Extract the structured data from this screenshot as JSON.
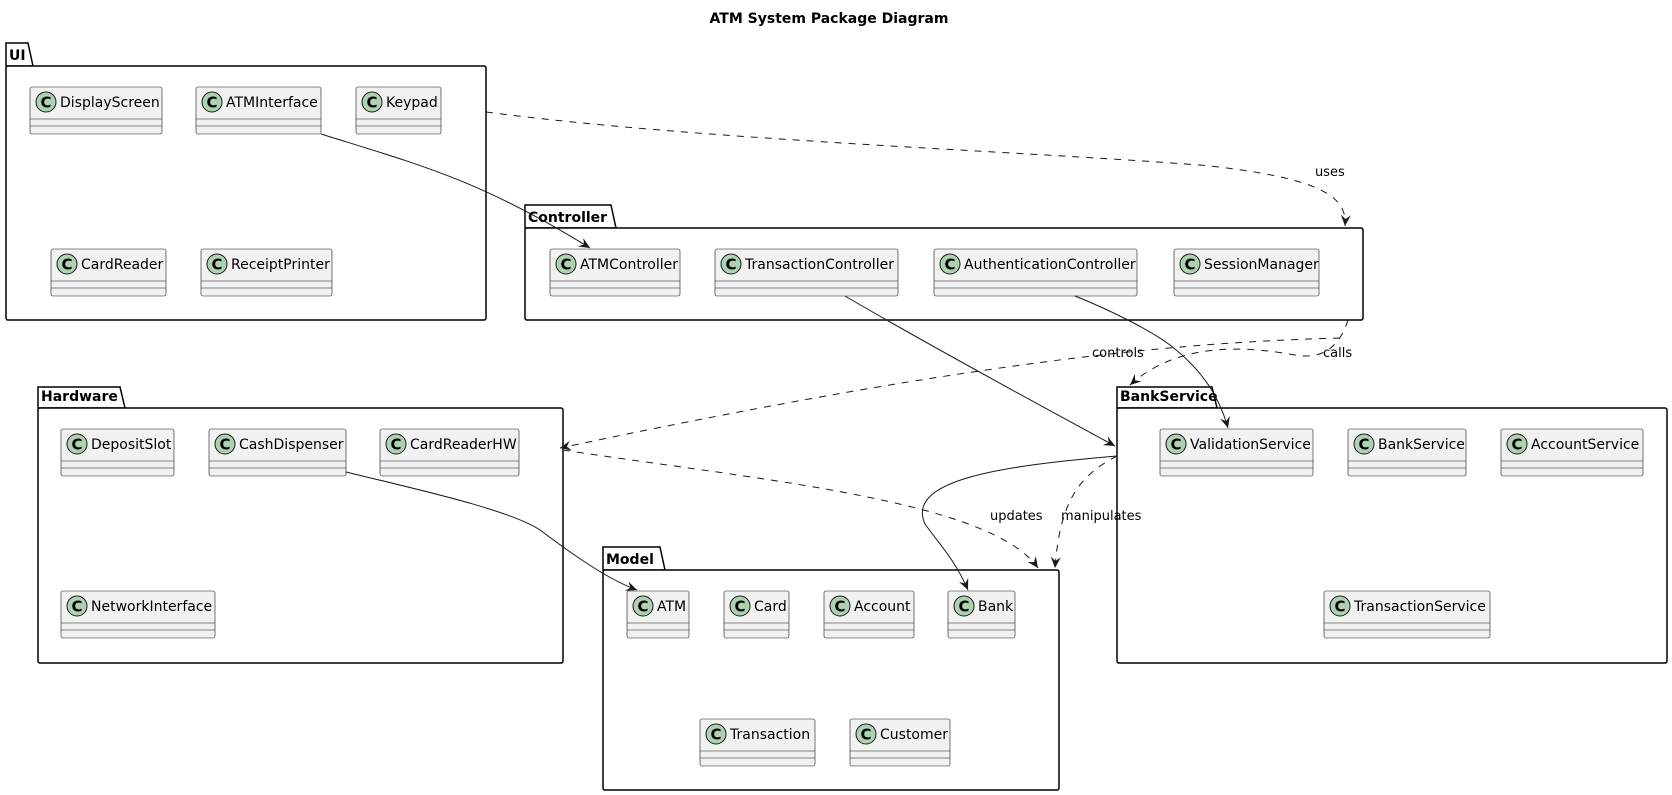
{
  "title": "ATM System Package Diagram",
  "packages": {
    "ui": {
      "name": "UI",
      "classes": {
        "display_screen": "DisplayScreen",
        "atm_interface": "ATMInterface",
        "keypad": "Keypad",
        "card_reader": "CardReader",
        "receipt_printer": "ReceiptPrinter"
      }
    },
    "controller": {
      "name": "Controller",
      "classes": {
        "atm_controller": "ATMController",
        "transaction_controller": "TransactionController",
        "authentication_controller": "AuthenticationController",
        "session_manager": "SessionManager"
      }
    },
    "hardware": {
      "name": "Hardware",
      "classes": {
        "deposit_slot": "DepositSlot",
        "cash_dispenser": "CashDispenser",
        "card_reader_hw": "CardReaderHW",
        "network_interface": "NetworkInterface"
      }
    },
    "bank_service": {
      "name": "BankService",
      "classes": {
        "validation_service": "ValidationService",
        "bank_service": "BankService",
        "account_service": "AccountService",
        "transaction_service": "TransactionService"
      }
    },
    "model": {
      "name": "Model",
      "classes": {
        "atm": "ATM",
        "card": "Card",
        "account": "Account",
        "bank": "Bank",
        "transaction": "Transaction",
        "customer": "Customer"
      }
    }
  },
  "relations": {
    "uses": "uses",
    "controls": "controls",
    "calls": "calls",
    "updates": "updates",
    "manipulates": "manipulates"
  },
  "colors": {
    "class_fill": "#f1f1f1",
    "class_badge": "#add1b2",
    "line": "#181818"
  }
}
